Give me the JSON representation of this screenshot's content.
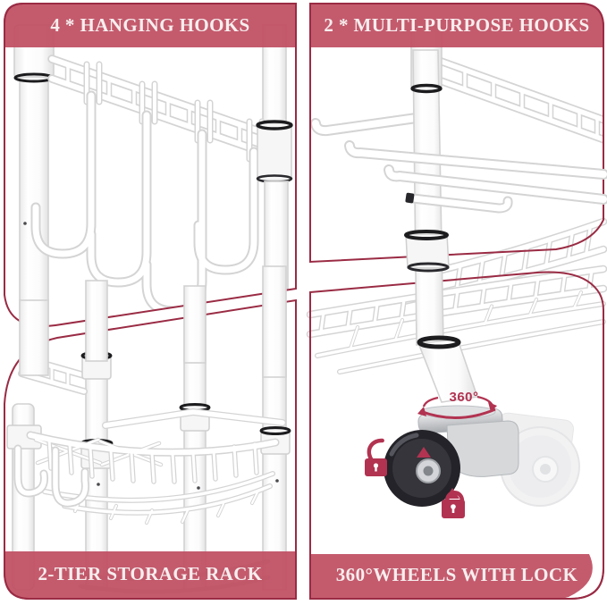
{
  "product_collage": {
    "panels": {
      "top_left": {
        "label": "4 * HANGING HOOKS"
      },
      "top_right": {
        "label": "2 * MULTI-PURPOSE HOOKS"
      },
      "bottom_left": {
        "label": "2-TIER STORAGE RACK"
      },
      "bottom_right": {
        "label": "360°WHEELS WITH LOCK",
        "rotation_badge": "360°"
      }
    },
    "colors": {
      "band": "#c04f62",
      "frame_border": "#9a2b44",
      "label_text": "#f6eeee",
      "accent_red": "#b23351",
      "wheel_black": "#232329"
    }
  }
}
